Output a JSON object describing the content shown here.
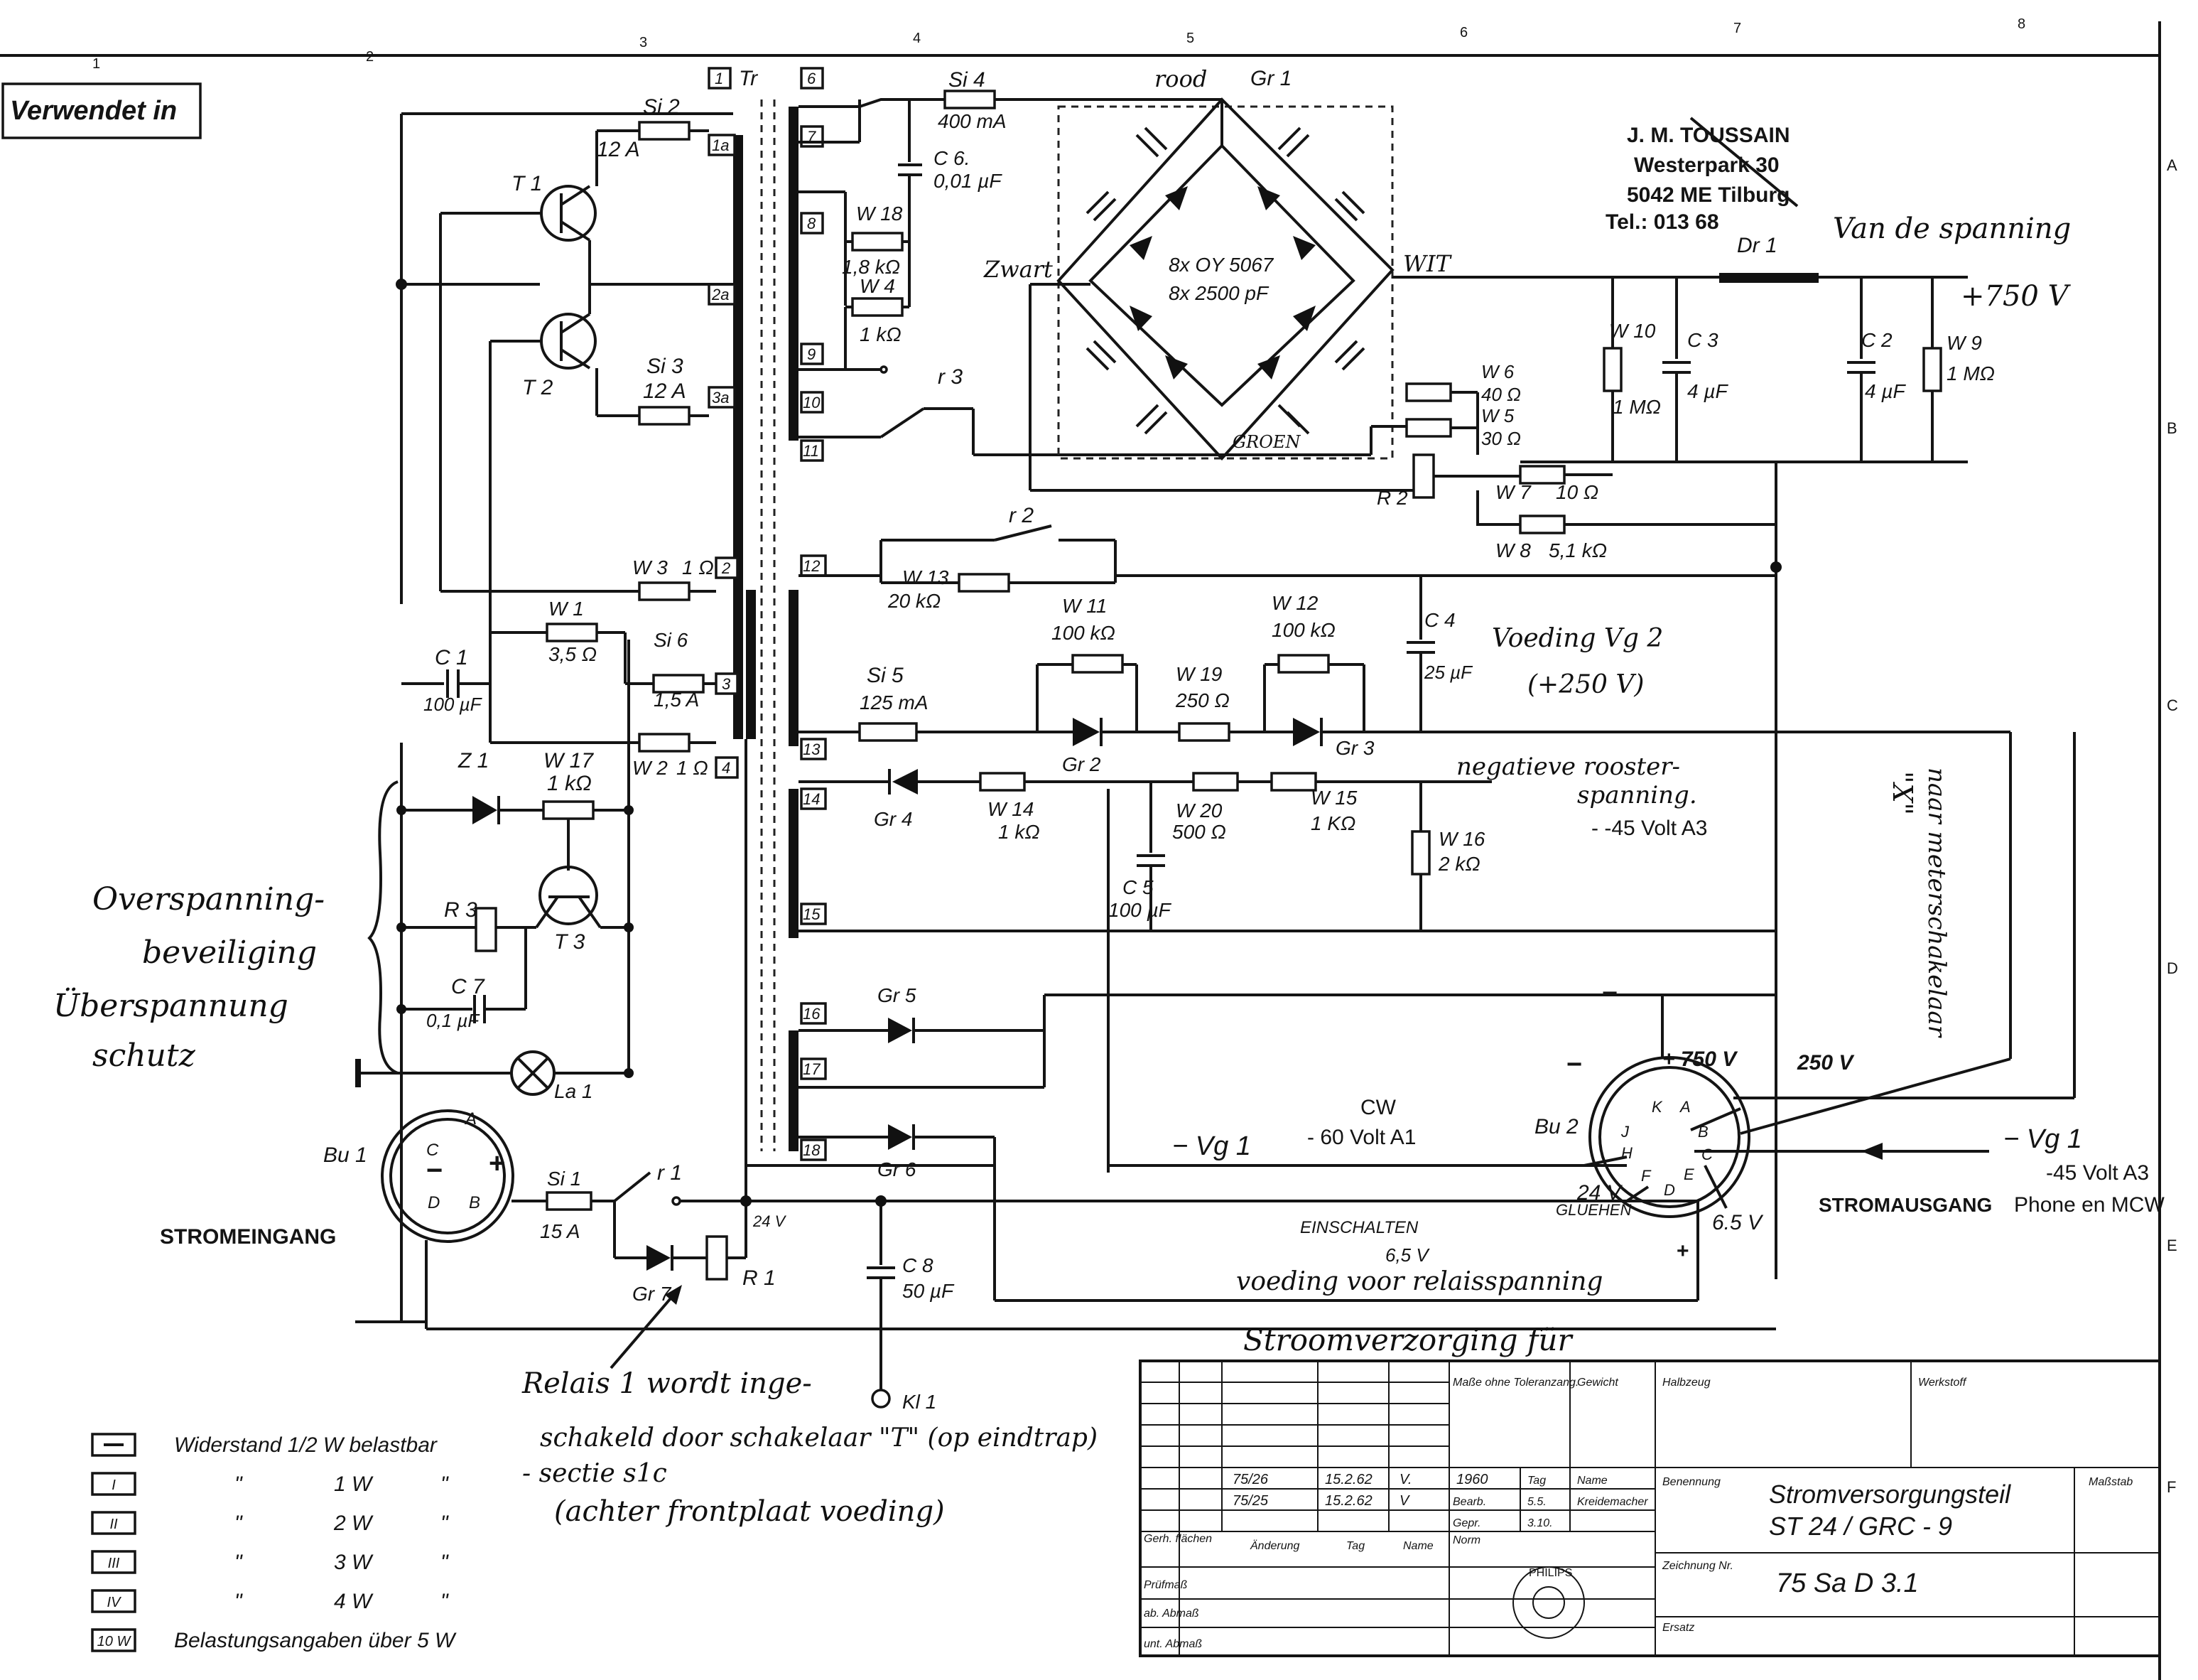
{
  "header": {
    "verwendet_in": "Verwendet in",
    "ruler_numbers": [
      "1",
      "2",
      "3",
      "4",
      "5",
      "6",
      "7",
      "8"
    ],
    "side_letters": [
      "A",
      "B",
      "C",
      "D",
      "E",
      "F"
    ]
  },
  "address": {
    "name": "J. M. TOUSSAIN",
    "street": "Westerpark 30",
    "city": "5042 ME Tilburg",
    "tel": "Tel.: 013 68"
  },
  "transformer": {
    "label": "Tr",
    "pins_primary": [
      "1",
      "1a",
      "2a",
      "3a",
      "2",
      "3",
      "4"
    ],
    "pins_secondary": [
      "6",
      "7",
      "8",
      "9",
      "10",
      "11",
      "12",
      "13",
      "14",
      "15",
      "16",
      "17",
      "18"
    ]
  },
  "components": {
    "si4": [
      "Si 4",
      "400 mA"
    ],
    "c6": [
      "C 6.",
      "0,01 µF"
    ],
    "w18": [
      "W 18",
      "1,8 kΩ"
    ],
    "w4": [
      "W 4",
      "1 kΩ"
    ],
    "r3_contact": "r 3",
    "gr1": [
      "Gr 1",
      "8x OY 5067",
      "8x 2500 pF"
    ],
    "w6": [
      "W 6",
      "40 Ω"
    ],
    "w5": [
      "W 5",
      "30 Ω"
    ],
    "r2": "R 2",
    "r2_contact": "r 2",
    "w7": [
      "W 7",
      "10 Ω"
    ],
    "w8": [
      "W 8",
      "5,1 kΩ"
    ],
    "w10": [
      "W 10",
      "1 MΩ"
    ],
    "c3": [
      "C 3",
      "4 µF"
    ],
    "dr1": "Dr 1",
    "c2": [
      "C 2",
      "4 µF"
    ],
    "w9": [
      "W 9",
      "1 MΩ"
    ],
    "si2": [
      "Si 2",
      "12 A"
    ],
    "si3": [
      "Si 3",
      "12 A"
    ],
    "t1": "T 1",
    "t2": "T 2",
    "w3": [
      "W 3",
      "1 Ω"
    ],
    "w1": [
      "W 1",
      "3,5 Ω"
    ],
    "si6": [
      "Si 6",
      "1,5 A"
    ],
    "w2": [
      "W 2",
      "1 Ω"
    ],
    "c1": [
      "C 1",
      "100 µF"
    ],
    "w13": [
      "W 13",
      "20 kΩ"
    ],
    "si5": [
      "Si 5",
      "125 mA"
    ],
    "w11": [
      "W 11",
      "100 kΩ"
    ],
    "gr2": "Gr 2",
    "w19": [
      "W 19",
      "250 Ω"
    ],
    "w12": [
      "W 12",
      "100 kΩ"
    ],
    "gr3": "Gr 3",
    "c4": [
      "C 4",
      "25 µF"
    ],
    "gr4": "Gr 4",
    "w14": [
      "W 14",
      "1 kΩ"
    ],
    "c5": [
      "C 5",
      "100 µF"
    ],
    "w20": [
      "W 20",
      "500 Ω"
    ],
    "w15": [
      "W 15",
      "1 KΩ"
    ],
    "w16": [
      "W 16",
      "2 kΩ"
    ],
    "z1": "Z 1",
    "w17": [
      "W 17",
      "1 kΩ"
    ],
    "r3": "R 3",
    "t3": "T 3",
    "c7": [
      "C 7",
      "0,1 µF"
    ],
    "lo1": "La 1",
    "bu1": "Bu 1",
    "bu1_pins": [
      "C",
      "A",
      "D",
      "B",
      "−",
      "+"
    ],
    "si1": [
      "Si 1",
      "15 A"
    ],
    "r1_contact": "r 1",
    "gr7": "Gr 7",
    "r1": "R 1",
    "r1_coil": "24 V",
    "c8": [
      "C 8",
      "50 µF"
    ],
    "kl1": "Kl 1",
    "gr5": "Gr 5",
    "gr6": "Gr 6",
    "bu2": "Bu 2",
    "bu2_pins": [
      "K",
      "A",
      "J",
      "B",
      "H",
      "C",
      "F",
      "E",
      "D"
    ]
  },
  "labels": {
    "stromeingang": "STROMEINGANG",
    "stromausgang": "STROMAUSGANG",
    "einschalten": "EINSCHALTEN",
    "gluehen": "GLUEHEN",
    "gluehen_volt": "24 V",
    "minus_vg1": "− Vg 1",
    "vg1_right": "− Vg 1",
    "plus_750": "+ 750 V",
    "plus_250": "250 V",
    "v65_a": "6.5 V",
    "v65_b": "6,5 V",
    "minus_sign": "−",
    "plus_sign": "+"
  },
  "annotations": {
    "wit": "WIT",
    "zwart": "Zwart",
    "rood": "rood",
    "groen": "GROEN",
    "van_de_spanning": "Van de spanning",
    "plus750v": "+750 V",
    "voeding_vg2": "Voeding Vg 2",
    "plus250v": "(+250 V)",
    "neg_rooster": "negatieve rooster-",
    "neg_spanning": "spanning.",
    "minus45_a3": "- -45 Volt A3",
    "naar_meter": "naar meterschakelaar",
    "x_label": "\"X\"",
    "cw": "CW",
    "minus60_a1": "- 60 Volt A1",
    "minus45_a3_right": "-45 Volt A3",
    "phone_mcw": "Phone en MCW",
    "voeding_relais": "voeding voor relaisspanning",
    "stroomverzorging": "Stroomverzorging für",
    "overspanning_1": "Overspanning-",
    "overspanning_2": "beveiliging",
    "ueberspannung_1": "Überspannung",
    "ueberspannung_2": "schutz",
    "relais_1": "Relais 1 wordt inge-",
    "relais_2": "schakeld door schakelaar \"T\" (op eindtrap)",
    "relais_3": "- sectie s1c",
    "relais_4": "(achter frontplaat voeding)"
  },
  "legend": [
    {
      "sym": "",
      "text": "Widerstand   1/2 W   belastbar"
    },
    {
      "sym": "I",
      "text": "1 W"
    },
    {
      "sym": "II",
      "text": "2 W"
    },
    {
      "sym": "III",
      "text": "3 W"
    },
    {
      "sym": "IV",
      "text": "4 W"
    },
    {
      "sym": "10 W",
      "text": "Belastungsangaben  über  5 W"
    }
  ],
  "legend_ditto": "\"",
  "title_block": {
    "title_1": "Stromversorgungsteil",
    "title_2": "ST 24 / GRC - 9",
    "drawing_no": "75 Sa D 3.1",
    "benennung": "Benennung",
    "zeichnung_nr": "Zeichnung Nr.",
    "ersatz": "Ersatz",
    "halbzeug": "Halbzeug",
    "werkstoff": "Werkstoff",
    "massstab": "Maßstab",
    "gewicht": "Gewicht",
    "masse": "Maße ohne Toleranzang.",
    "aenderung": "Änderung",
    "tag": "Tag",
    "name": "Name",
    "rev1": [
      "75/26",
      "15.2.62",
      "V."
    ],
    "rev2": [
      "75/25",
      "15.2.62",
      "V"
    ],
    "year": "1960",
    "bearb": [
      "Bearb.",
      "5.5."
    ],
    "gepr": [
      "Gepr.",
      "3.10."
    ],
    "norm": "Norm",
    "tag_label": "Tag",
    "name_label": "Name",
    "kreis": "Kreidemacher",
    "pruefmass": "Prüfmaß",
    "ab_abmass": "ab. Abmaß",
    "unt_abmass": "unt. Abmaß",
    "gerh_flaechen": "Gerh. flächen",
    "stamp": "PHILIPS"
  },
  "colors": {
    "ink": "#141414",
    "paper": "#ffffff"
  }
}
